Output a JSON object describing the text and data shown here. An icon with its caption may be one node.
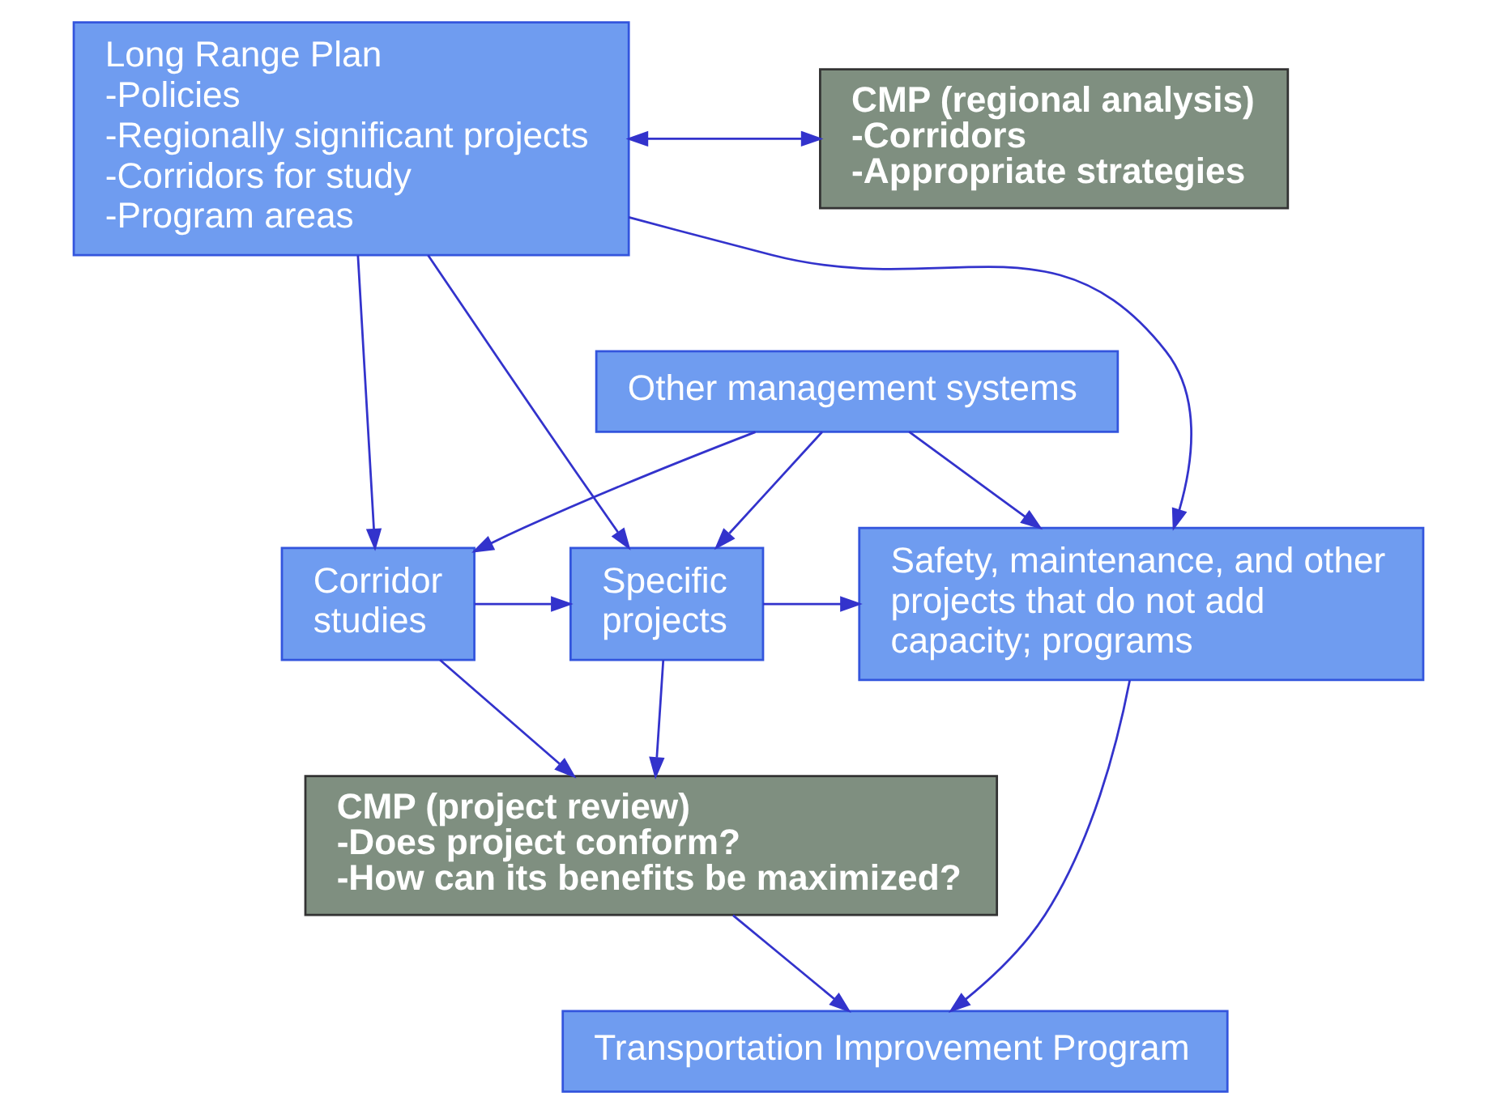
{
  "diagram": {
    "nodes": [
      {
        "text": [
          "Long Range Plan",
          "-Policies",
          "-Regionally significant projects",
          "-Corridors for study",
          "-Program areas"
        ]
      },
      {
        "text": [
          "CMP (regional analysis)",
          "-Corridors",
          "-Appropriate strategies"
        ]
      },
      {
        "text": [
          "Other management systems"
        ]
      },
      {
        "text": [
          "Corridor studies"
        ]
      },
      {
        "text": [
          "Specific projects"
        ]
      },
      {
        "text": [
          "Safety, maintenance, and other projects that do not add capacity; programs"
        ]
      },
      {
        "text": [
          "CMP (project review)",
          "-Does project conform?",
          "-How can its benefits be maximized?"
        ]
      },
      {
        "text": [
          "Transportation Improvement Program"
        ]
      }
    ],
    "edges": [
      {
        "from": 0,
        "to": 1,
        "arrow": "both"
      },
      {
        "from": 0,
        "to": 3,
        "arrow": "to"
      },
      {
        "from": 0,
        "to": 4,
        "arrow": "to"
      },
      {
        "from": 0,
        "to": 5,
        "arrow": "to"
      },
      {
        "from": 2,
        "to": 3,
        "arrow": "to"
      },
      {
        "from": 2,
        "to": 4,
        "arrow": "to"
      },
      {
        "from": 2,
        "to": 5,
        "arrow": "to"
      },
      {
        "from": 3,
        "to": 4,
        "arrow": "to"
      },
      {
        "from": 4,
        "to": 5,
        "arrow": "to"
      },
      {
        "from": 3,
        "to": 6,
        "arrow": "to"
      },
      {
        "from": 4,
        "to": 6,
        "arrow": "to"
      },
      {
        "from": 5,
        "to": 7,
        "arrow": "to"
      },
      {
        "from": 6,
        "to": 7,
        "arrow": "to"
      }
    ]
  }
}
